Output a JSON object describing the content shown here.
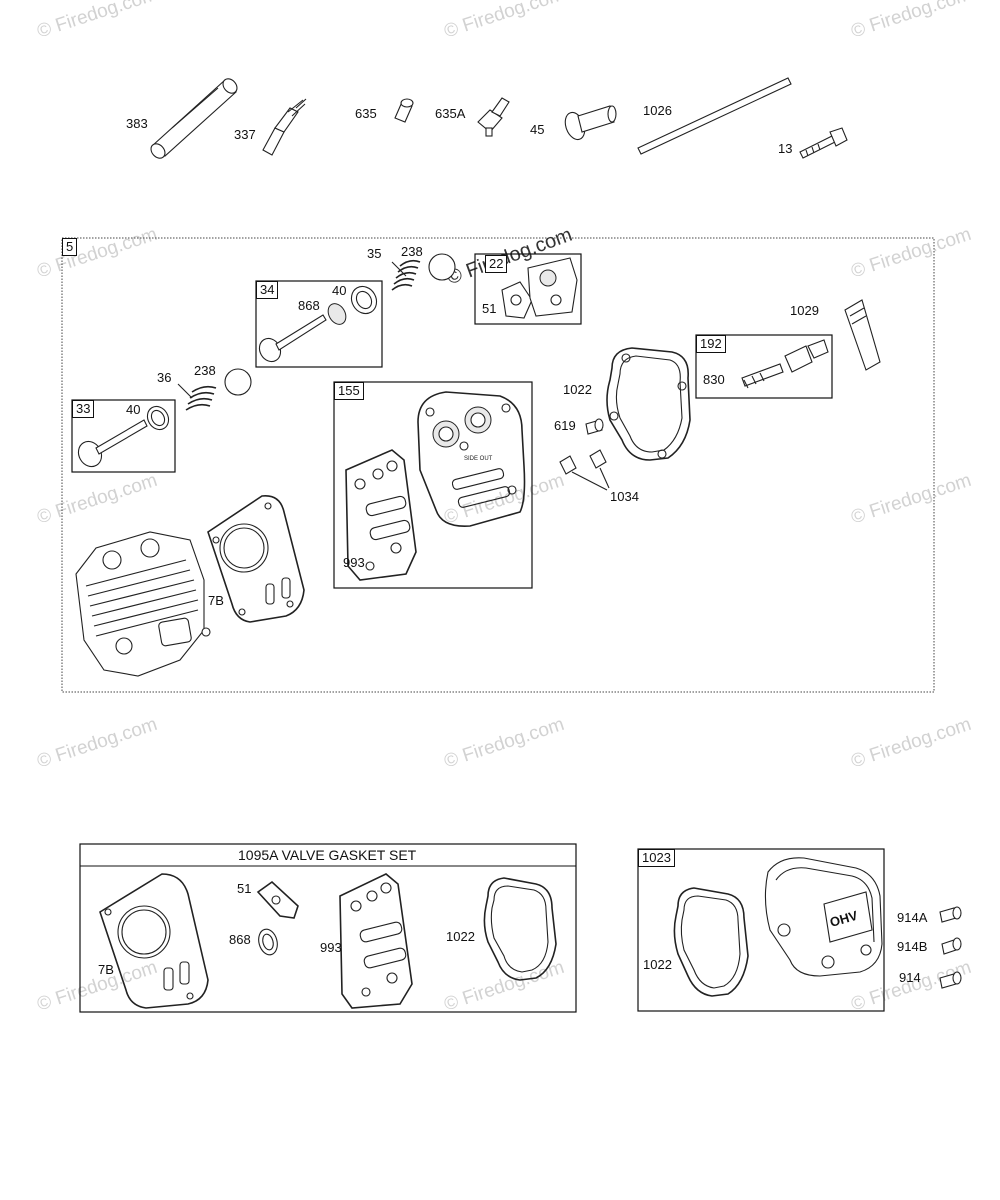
{
  "watermark": "© Firedog.com",
  "top_parts": [
    "383",
    "337",
    "635",
    "635A",
    "45",
    "1026",
    "13"
  ],
  "assembly_5": {
    "box_label": "5",
    "labels": [
      "35",
      "238",
      "40",
      "868",
      "51",
      "1029",
      "1022",
      "830",
      "36",
      "238",
      "40",
      "619",
      "1034",
      "993",
      "7B"
    ],
    "sub_boxes": [
      "34",
      "22",
      "192",
      "33",
      "155"
    ]
  },
  "gasket_set": {
    "title": "1095A VALVE GASKET SET",
    "labels": [
      "51",
      "868",
      "993",
      "1022",
      "7B"
    ]
  },
  "cover_set": {
    "box_label": "1023",
    "labels": [
      "1022",
      "914A",
      "914B",
      "914"
    ],
    "cover_text": "OHV"
  }
}
